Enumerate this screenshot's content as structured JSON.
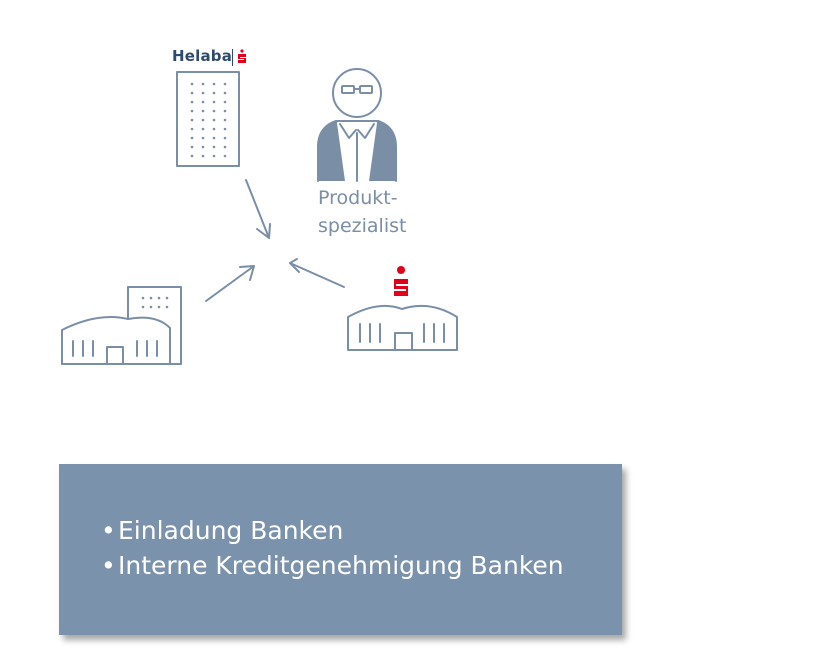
{
  "brand": {
    "name": "Helaba"
  },
  "roles": {
    "specialist_line1": "Produkt-",
    "specialist_line2": "spezialist"
  },
  "info": {
    "bullet_symbol": "•",
    "items": [
      "Einladung Banken",
      "Interne Kreditgenehmigung Banken"
    ]
  },
  "colors": {
    "line": "#7a8ea6",
    "accent_red": "#e2001a",
    "box": "#7a92ac",
    "brand_text": "#2e4b6e"
  },
  "icons": [
    "helaba-tower-icon",
    "sparkasse-logo-icon",
    "person-specialist-icon",
    "industrial-building-icon",
    "sparkasse-branch-icon",
    "arrow-icon"
  ]
}
